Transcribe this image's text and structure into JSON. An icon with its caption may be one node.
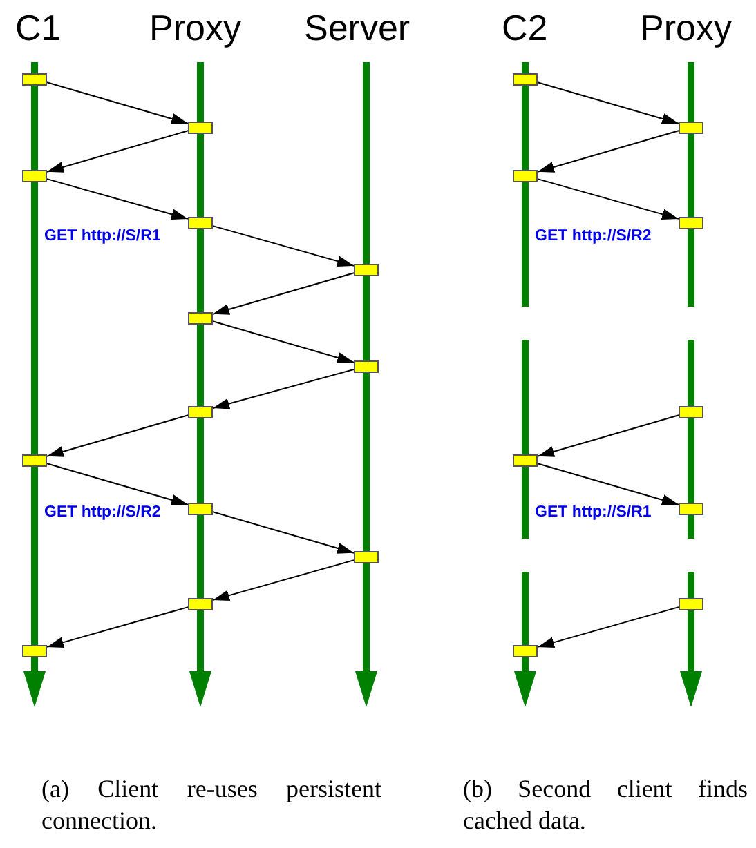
{
  "diagram": {
    "nodes": [
      {
        "text": [],
        "shape": "box"
      },
      {
        "text": [],
        "shape": "box"
      },
      {
        "text": [],
        "shape": "box"
      },
      {
        "text": [],
        "shape": "box"
      },
      {
        "text": [],
        "shape": "box"
      },
      {
        "text": [],
        "shape": "box"
      },
      {
        "text": [],
        "shape": "box"
      },
      {
        "text": [],
        "shape": "box"
      },
      {
        "text": [],
        "shape": "box"
      },
      {
        "text": [],
        "shape": "box"
      },
      {
        "text": [],
        "shape": "box"
      },
      {
        "text": [],
        "shape": "box"
      },
      {
        "text": [],
        "shape": "box"
      },
      {
        "text": [],
        "shape": "box"
      },
      {
        "text": [],
        "shape": "box"
      },
      {
        "text": [],
        "shape": "box"
      },
      {
        "text": [],
        "shape": "box"
      },
      {
        "text": [],
        "shape": "box"
      },
      {
        "text": [],
        "shape": "box"
      },
      {
        "text": [],
        "shape": "box"
      },
      {
        "text": [],
        "shape": "box"
      },
      {
        "text": [],
        "shape": "box"
      }
    ],
    "edges": [
      {
        "from": 0,
        "to": 1,
        "arrow": "to"
      },
      {
        "from": 1,
        "to": 2,
        "arrow": "to"
      },
      {
        "from": 2,
        "to": 3,
        "arrow": "to"
      },
      {
        "from": 3,
        "to": 4,
        "arrow": "to"
      },
      {
        "from": 4,
        "to": 5,
        "arrow": "to"
      },
      {
        "from": 5,
        "to": 6,
        "arrow": "to"
      },
      {
        "from": 6,
        "to": 7,
        "arrow": "to"
      },
      {
        "from": 7,
        "to": 8,
        "arrow": "to"
      },
      {
        "from": 8,
        "to": 9,
        "arrow": "to"
      },
      {
        "from": 9,
        "to": 10,
        "arrow": "to"
      },
      {
        "from": 10,
        "to": 11,
        "arrow": "to"
      },
      {
        "from": 11,
        "to": 12,
        "arrow": "to"
      },
      {
        "from": 13,
        "to": 14,
        "arrow": "to"
      },
      {
        "from": 14,
        "to": 15,
        "arrow": "to"
      },
      {
        "from": 15,
        "to": 16,
        "arrow": "to"
      },
      {
        "from": 17,
        "to": 18,
        "arrow": "to"
      },
      {
        "from": 18,
        "to": 19,
        "arrow": "to"
      },
      {
        "from": 20,
        "to": 21,
        "arrow": "to"
      }
    ],
    "labels": [
      "C1",
      "Proxy",
      "Server",
      "C2",
      "Proxy",
      "GET http://S/R1",
      "GET http://S/R2",
      "GET http://S/R2",
      "GET http://S/R1",
      "(a) Client re-uses persistent connection.",
      "(b) Second client finds cached data."
    ]
  }
}
